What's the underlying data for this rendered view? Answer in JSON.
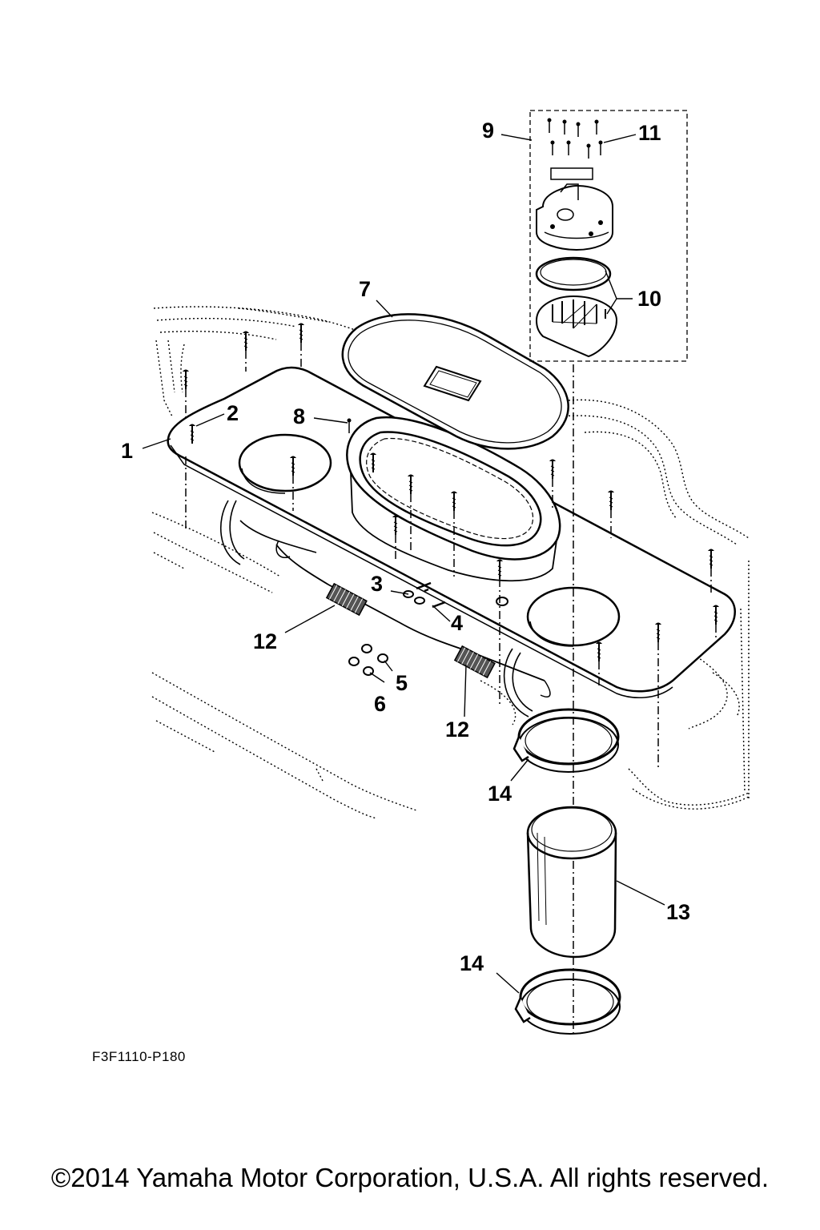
{
  "callouts": {
    "c1": "1",
    "c2": "2",
    "c3": "3",
    "c4": "4",
    "c5": "5",
    "c6": "6",
    "c7": "7",
    "c8": "8",
    "c9": "9",
    "c10": "10",
    "c11": "11",
    "c12a": "12",
    "c12b": "12",
    "c13": "13",
    "c14a": "14",
    "c14b": "14"
  },
  "figure_code": "F3F1110-P180",
  "copyright": "©2014 Yamaha Motor Corporation, U.S.A. All rights reserved."
}
